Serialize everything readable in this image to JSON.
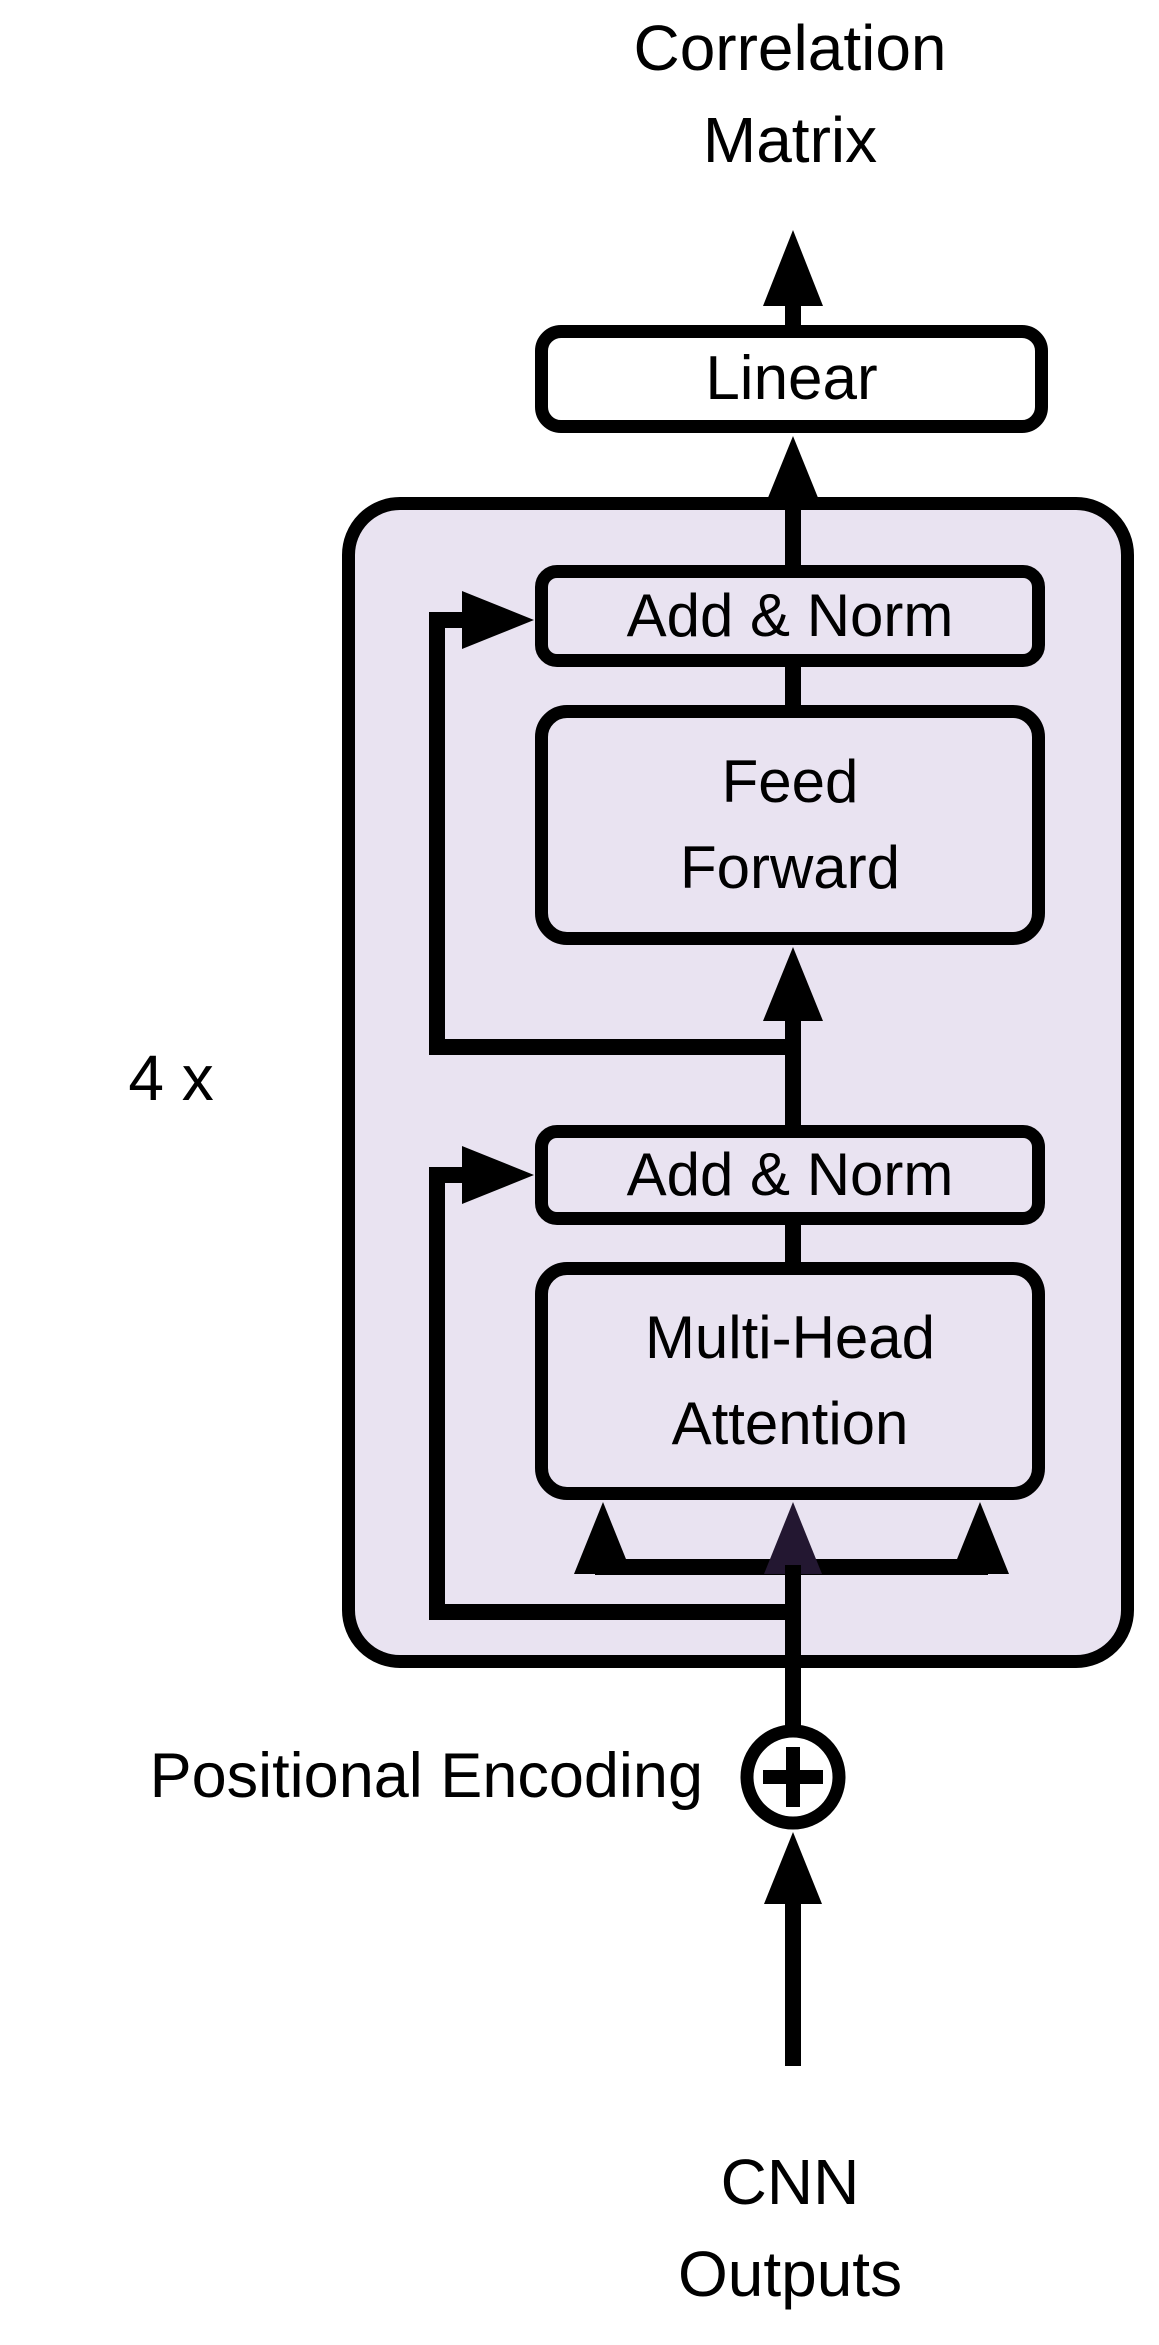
{
  "colors": {
    "ink": "#000000",
    "panel_fill": "#E9E3F1",
    "white_fill": "#FFFFFF",
    "accent_dark": "#231731",
    "background": "#FFFFFF"
  },
  "labels": {
    "output_title": "Correlation\nMatrix",
    "repeat_count": "4 x",
    "positional_encoding": "Positional Encoding",
    "input_title": "CNN\nOutputs"
  },
  "blocks": {
    "linear": "Linear",
    "add_norm_top": "Add & Norm",
    "feed_forward": "Feed\nForward",
    "add_norm_bottom": "Add & Norm",
    "multi_head_attention": "Multi-Head\nAttention"
  }
}
